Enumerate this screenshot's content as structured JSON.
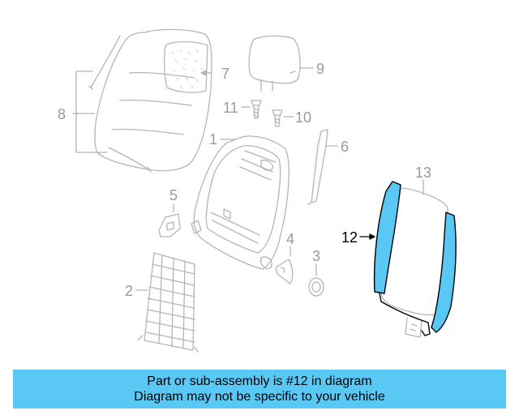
{
  "callouts": {
    "c1": "1",
    "c2": "2",
    "c3": "3",
    "c4": "4",
    "c5": "5",
    "c6": "6",
    "c7": "7",
    "c8": "8",
    "c9": "9",
    "c10": "10",
    "c11": "11",
    "c12": "12",
    "c13": "13"
  },
  "highlight_color": "#5ac8f5",
  "banner": {
    "line1": "Part or sub-assembly is #12 in diagram",
    "line2": "Diagram may not be specific to your vehicle"
  }
}
